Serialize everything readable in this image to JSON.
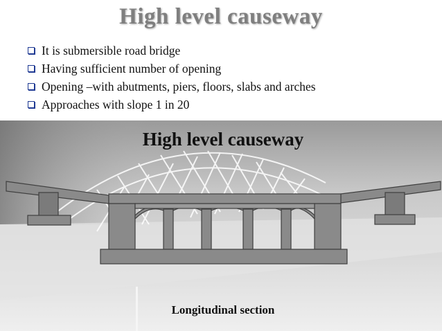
{
  "slide": {
    "title": "High level causeway",
    "bullets": [
      "It is submersible road bridge",
      "Having sufficient number of opening",
      "Opening –with abutments, piers, floors, slabs and arches",
      "Approaches with slope 1 in 20"
    ]
  },
  "figure": {
    "title": "High level causeway",
    "caption": "Longitudinal section"
  },
  "colors": {
    "title_text": "#7f7f7f",
    "bullet_marker": "#1f3a93",
    "structure_fill": "#8a8a8a",
    "structure_dark": "#5e5e5e",
    "background_photo": "#d6d6d6"
  }
}
